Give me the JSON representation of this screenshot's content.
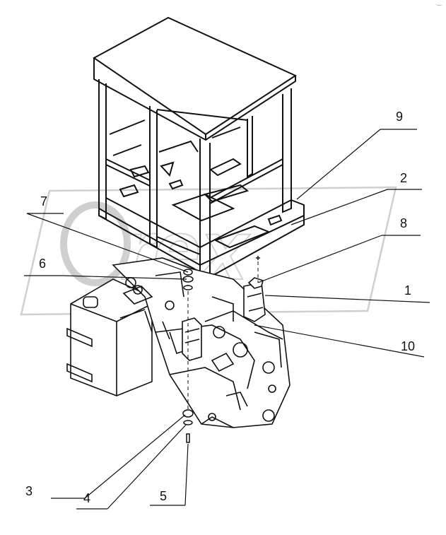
{
  "diagram": {
    "corner_mark": "ᐧ—",
    "callouts": [
      {
        "id": "1",
        "text": "1"
      },
      {
        "id": "2",
        "text": "2"
      },
      {
        "id": "3",
        "text": "3"
      },
      {
        "id": "4",
        "text": "4"
      },
      {
        "id": "5",
        "text": "5"
      },
      {
        "id": "6",
        "text": "6"
      },
      {
        "id": "7",
        "text": "7"
      },
      {
        "id": "8",
        "text": "8"
      },
      {
        "id": "9",
        "text": "9"
      },
      {
        "id": "10",
        "text": "10"
      }
    ],
    "watermark": "Orex"
  },
  "colors": {
    "line": "#111111",
    "watermark": "#d9d9d9",
    "background": "#ffffff"
  }
}
